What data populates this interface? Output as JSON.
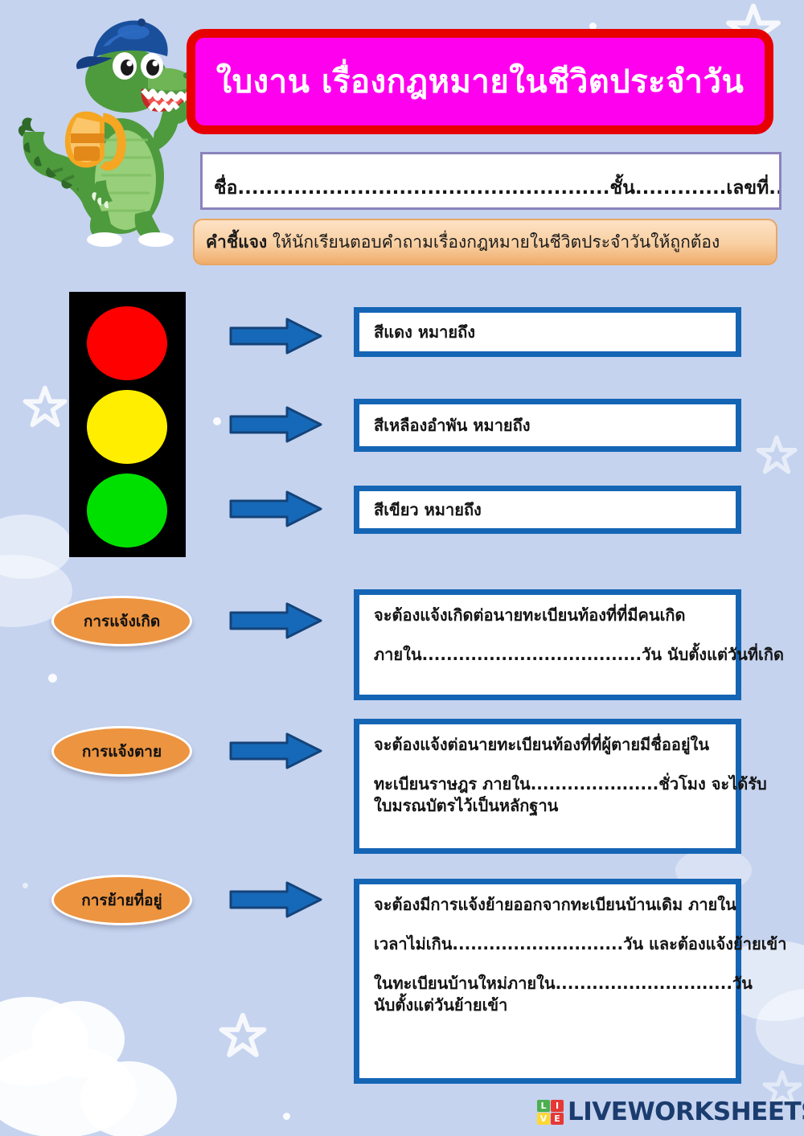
{
  "page": {
    "background_color": "#c5d3ef",
    "mascot_name": "crocodile-student-mascot"
  },
  "header": {
    "title": "ใบงาน เรื่องกฎหมายในชีวิตประจำวัน",
    "title_bg_color": "#FF00EE",
    "title_border_color": "#E60000"
  },
  "name_field": {
    "line": "ชื่อ.....................................................ชั้น.............เลขที่............"
  },
  "instruction": {
    "label": "คำชี้แจง",
    "text": " ให้นักเรียนตอบคำถามเรื่องกฎหมายในชีวิตประจำวันให้ถูกต้อง",
    "bg_color": "#f8cfa2"
  },
  "traffic_light": {
    "lamps": [
      {
        "name": "red-lamp",
        "color": "#FF0000"
      },
      {
        "name": "yellow-lamp",
        "color": "#FFEE00"
      },
      {
        "name": "green-lamp",
        "color": "#00E000"
      }
    ],
    "answers": [
      {
        "label": "สีแดง หมายถึง"
      },
      {
        "label": "สีเหลืองอำพัน หมายถึง"
      },
      {
        "label": "สีเขียว หมายถึง"
      }
    ]
  },
  "topics": [
    {
      "ellipse": "การแจ้งเกิด",
      "lines": [
        "จะต้องแจ้งเกิดต่อนายทะเบียนท้องที่ที่มีคนเกิด",
        "ภายใน....................................วัน นับตั้งแต่วันที่เกิด"
      ]
    },
    {
      "ellipse": "การแจ้งตาย",
      "lines": [
        "จะต้องแจ้งต่อนายทะเบียนท้องที่ที่ผู้ตายมีชื่ออยู่ใน",
        "ทะเบียนราษฎร ภายใน.....................ชั่วโมง จะได้รับ",
        "ใบมรณบัตรไว้เป็นหลักฐาน"
      ]
    },
    {
      "ellipse": "การย้ายที่อยู่",
      "lines": [
        "จะต้องมีการแจ้งย้ายออกจากทะเบียนบ้านเดิม ภายใน",
        "เวลาไม่เกิน............................วัน และต้องแจ้งย้ายเข้า",
        "ในทะเบียนบ้านใหม่ภายใน.............................วัน",
        "นับตั้งแต่วันย้ายเข้า"
      ]
    }
  ],
  "footer": {
    "logo_letters": [
      "L",
      "I",
      "V",
      "E"
    ],
    "wordmark": "LIVEWORKSHEETS",
    "wordmark_color": "#1B3C6E"
  },
  "colors": {
    "answer_border": "#1565B5",
    "ellipse_fill": "#ED9440",
    "arrow_fill": "#1669B8",
    "arrow_stroke": "#14437A",
    "name_box_border": "#8b84bd"
  }
}
